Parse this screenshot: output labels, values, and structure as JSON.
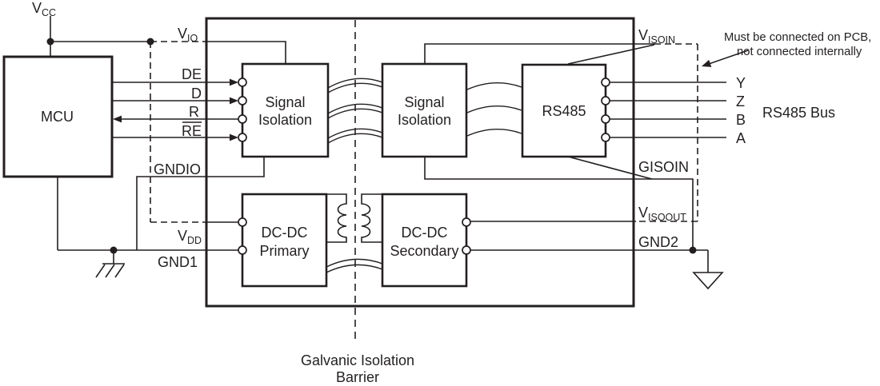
{
  "colors": {
    "ink": "#231f20",
    "background": "#ffffff"
  },
  "blocks": {
    "mcu": "MCU",
    "signal_isolation": {
      "line1": "Signal",
      "line2": "Isolation"
    },
    "rs485": "RS485",
    "dcdc_primary": {
      "line1": "DC-DC",
      "line2": "Primary"
    },
    "dcdc_secondary": {
      "line1": "DC-DC",
      "line2": "Secondary"
    }
  },
  "supplies": {
    "vcc": {
      "main": "V",
      "sub": "CC"
    },
    "vio": {
      "main": "V",
      "sub": "IO"
    },
    "vdd": {
      "main": "V",
      "sub": "DD"
    },
    "visoin": {
      "main": "V",
      "sub": "ISOIN"
    },
    "visoout": {
      "main": "V",
      "sub": "ISOOUT"
    }
  },
  "pins": {
    "de": "DE",
    "d": "D",
    "r": "R",
    "re": "RE",
    "gndio": "GNDIO",
    "gnd1": "GND1",
    "gisoin": "GISOIN",
    "gnd2": "GND2",
    "y": "Y",
    "z": "Z",
    "b": "B",
    "a": "A"
  },
  "annotations": {
    "pcb_note_line1": "Must be connected on PCB,",
    "pcb_note_line2": "not connected internally",
    "bus_label": "RS485 Bus",
    "barrier_line1": "Galvanic Isolation",
    "barrier_line2": "Barrier"
  }
}
